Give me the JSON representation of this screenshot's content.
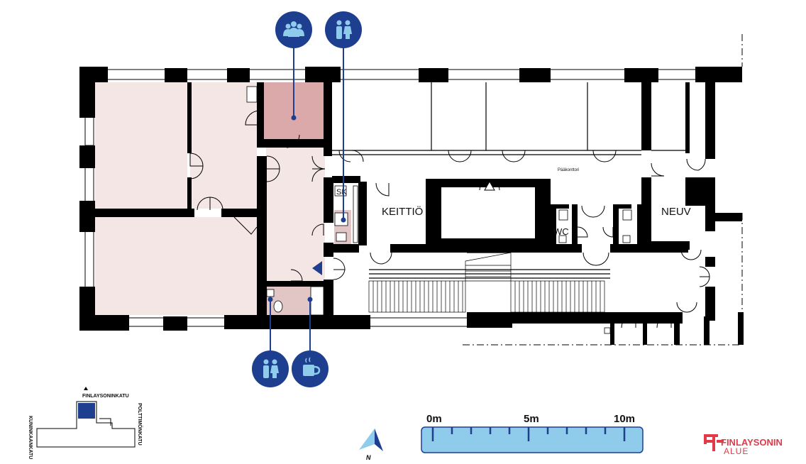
{
  "colors": {
    "wall": "#000000",
    "room_pink": "#f5e6e6",
    "room_highlight": "#dba9a9",
    "room_small": "#e2c6c6",
    "marker_blue": "#1e3e8f",
    "scale_fill": "#8fcbea",
    "brand_red": "#e33a4a"
  },
  "rooms": {
    "kitchen": "KEITTIÖ",
    "wc": "WC",
    "neuv": "NEUV",
    "sk": "SK",
    "office": "Pääkonttori"
  },
  "markers": [
    {
      "id": "meeting",
      "icon": "group-icon"
    },
    {
      "id": "toilet_top",
      "icon": "toilet-icon"
    },
    {
      "id": "toilet_bottom",
      "icon": "toilet-icon"
    },
    {
      "id": "coffee",
      "icon": "coffee-cup-icon"
    }
  ],
  "minimap": {
    "street_north": "FINLAYSONINKATU",
    "street_east": "POLTTIMÖNKATU",
    "street_west": "KUNINKAANKATU"
  },
  "north_label": "N",
  "scale": {
    "labels": [
      "0m",
      "5m",
      "10m"
    ]
  },
  "brand": {
    "name": "FINLAYSONIN",
    "sub": "ALUE"
  }
}
